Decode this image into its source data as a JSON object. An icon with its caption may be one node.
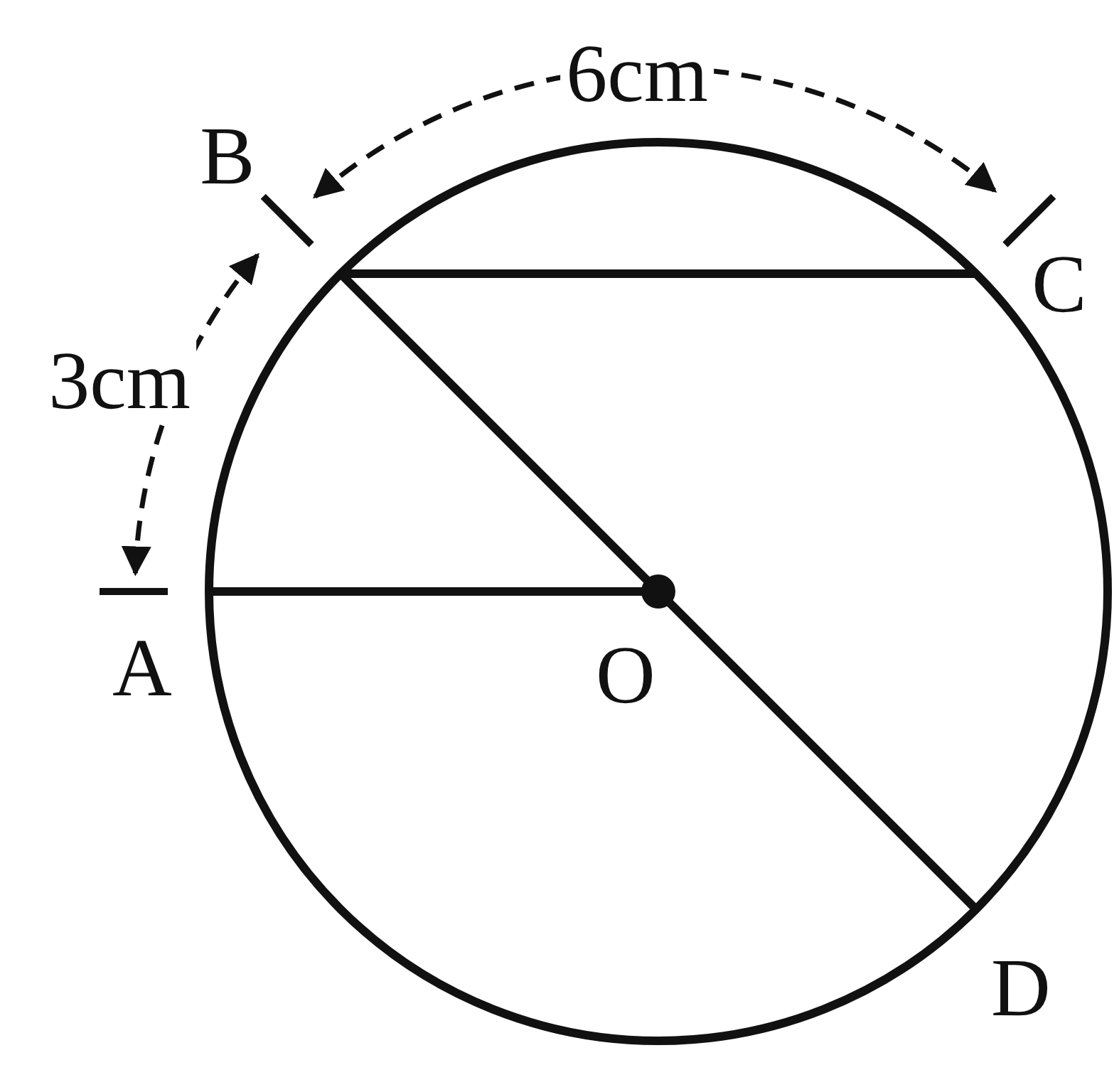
{
  "diagram": {
    "labels": [
      "6cm",
      "B",
      "C",
      "3cm",
      "A",
      "O",
      "D"
    ]
  }
}
